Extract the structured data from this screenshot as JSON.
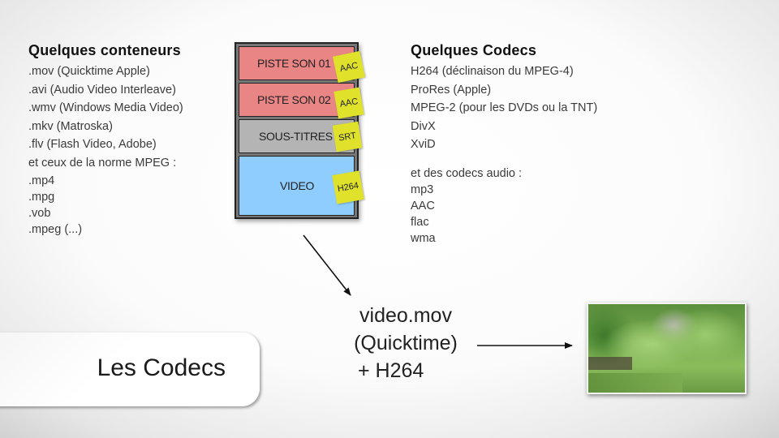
{
  "containers": {
    "heading": "Quelques conteneurs",
    "items": [
      ".mov (Quicktime Apple)",
      ".avi (Audio Video Interleave)",
      ".wmv (Windows Media Video)",
      ".mkv (Matroska)",
      ".flv (Flash Video, Adobe)",
      "et ceux de la norme MPEG :",
      ".mp4",
      ".mpg",
      ".vob",
      ".mpeg (...)"
    ]
  },
  "stack": {
    "tracks": [
      {
        "label": "PISTE SON 01",
        "tag": "AAC",
        "color": "#e98585"
      },
      {
        "label": "PISTE SON 02",
        "tag": "AAC",
        "color": "#e98585"
      },
      {
        "label": "SOUS-TITRES",
        "tag": "SRT",
        "color": "#b4b4b4"
      },
      {
        "label": "VIDEO",
        "tag": "H264",
        "color": "#8ecdfd"
      }
    ],
    "tag_color": "#dfe12a"
  },
  "codecs": {
    "heading": "Quelques Codecs",
    "video_items": [
      "H264 (déclinaison du MPEG-4)",
      "ProRes (Apple)",
      "MPEG-2 (pour les DVDs ou la TNT)",
      "DivX",
      "XviD"
    ],
    "audio_intro": "et des codecs audio :",
    "audio_items": [
      "mp3",
      "AAC",
      "flac",
      "wma"
    ]
  },
  "result": {
    "line1": "video.mov",
    "line2": "(Quicktime)",
    "line3": "+ H264"
  },
  "photo": {
    "subject": "garden-trees-photo"
  },
  "title": "Les Codecs"
}
